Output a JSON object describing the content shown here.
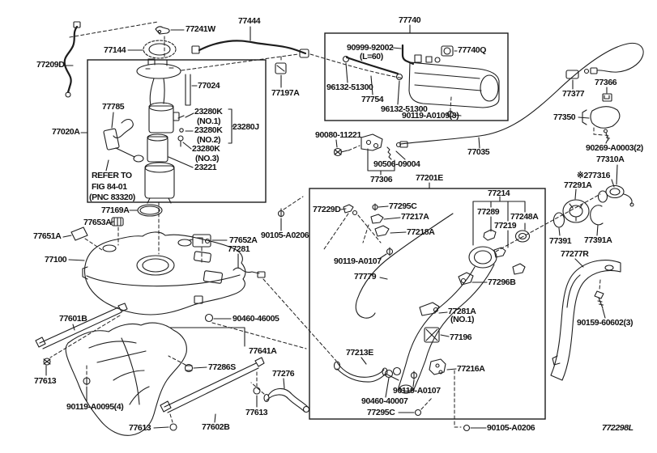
{
  "diagram": {
    "type": "parts-diagram",
    "subject": "fuel tank and tube",
    "ref_code": "772298L",
    "colors": {
      "line": "#1d1d1d",
      "background": "#ffffff"
    },
    "note": {
      "line1": "REFER TO",
      "line2": "FIG 84-01",
      "line3": "(PNC 83320)"
    },
    "labels": {
      "p77209d": "77209D",
      "p77144": "77144",
      "p77241w": "77241W",
      "p77444": "77444",
      "p77740": "77740",
      "p77197a": "77197A",
      "p77020a": "77020A",
      "p77785": "77785",
      "p77024": "77024",
      "p23280k_1": "23280K",
      "p23280k_1_no": "(NO.1)",
      "p23280k_2": "23280K",
      "p23280k_2_no": "(NO.2)",
      "p23280j": "23280J",
      "p23280k_3": "23280K",
      "p23280k_3_no": "(NO.3)",
      "p23221": "23221",
      "p77169a": "77169A",
      "p77653a": "77653A",
      "p77651a": "77651A",
      "p77100": "77100",
      "p77601b": "77601B",
      "p77613_a": "77613",
      "p90119a0095": "90119-A0095(4)",
      "p77613_b": "77613",
      "p77602b": "77602B",
      "p77613_c": "77613",
      "p77286s": "77286S",
      "p77641a": "77641A",
      "p90460_46005": "90460-46005",
      "p77276": "77276",
      "p77652a": "77652A",
      "p77281": "77281",
      "p90105_a": "90105-A0206",
      "p90999": "90999-92002",
      "p90999_l": "(L=60)",
      "p77740q": "77740Q",
      "p96132_a": "96132-51300",
      "p77754": "77754",
      "p96132_b": "96132-51300",
      "p90119a0109": "90119-A0109(3)",
      "p77035": "77035",
      "p90080": "90080-11221",
      "p90506": "90506-09004",
      "p77306": "77306",
      "p77201e": "77201E",
      "p77377": "77377",
      "p77366": "77366",
      "p77350": "77350",
      "p90269": "90269-A0003(2)",
      "p77310a": "77310A",
      "p77316": "※277316",
      "p77291a": "77291A",
      "p77391": "77391",
      "p77391a": "77391A",
      "p77277r": "77277R",
      "p90159": "90159-60602(3)",
      "p77229d": "77229D",
      "p77295c_a": "77295C",
      "p77217a": "77217A",
      "p77218a": "77218A",
      "p90119a0107_a": "90119-A0107",
      "p77779": "77779",
      "p77214": "77214",
      "p77289": "77289",
      "p77219": "77219",
      "p77248a": "77248A",
      "p77296b": "77296B",
      "p77281a": "77281A",
      "p77281a_no": "(NO.1)",
      "p77196": "77196",
      "p77213e": "77213E",
      "p77216a": "77216A",
      "p90119a0107_b": "90119-A0107",
      "p90460_40007": "90460-40007",
      "p77295c_b": "77295C",
      "p90105_b": "90105-A0206",
      "p772298l": "772298L"
    }
  }
}
